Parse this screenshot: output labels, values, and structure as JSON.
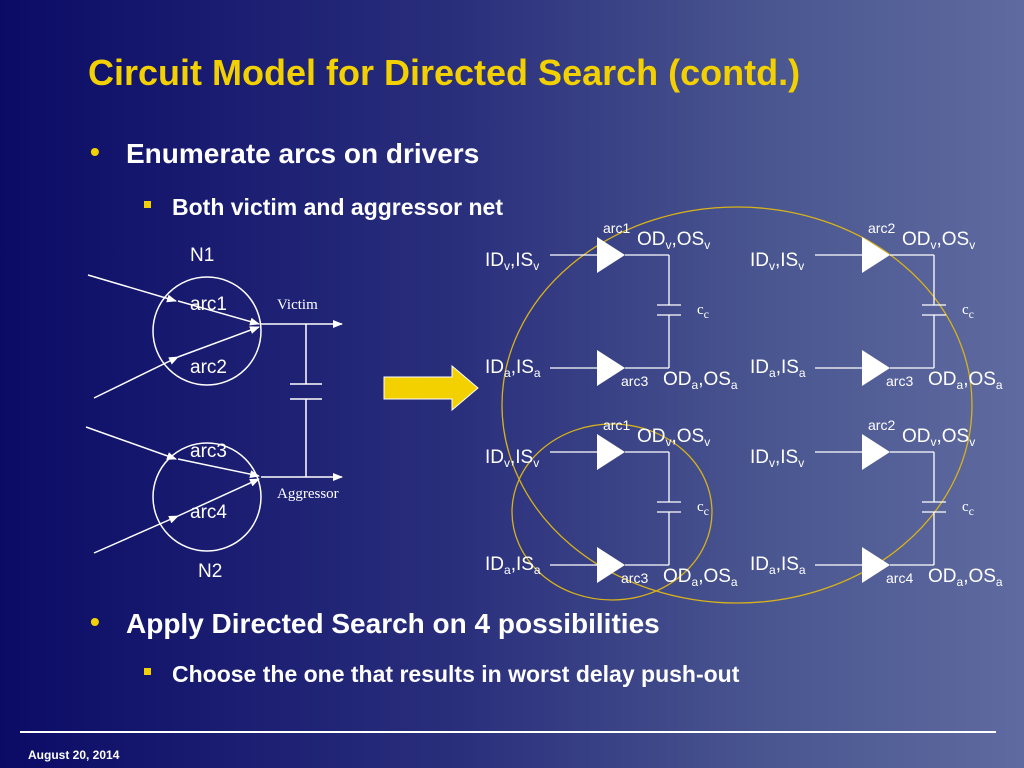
{
  "slide": {
    "title": "Circuit Model for Directed Search (contd.)",
    "bullets": [
      {
        "text": "Enumerate arcs on drivers",
        "sub": [
          "Both victim and aggressor net"
        ]
      },
      {
        "text": "Apply Directed Search on 4 possibilities",
        "sub": [
          "Choose the one that results in worst delay push-out"
        ]
      }
    ],
    "footer_date": "August 20, 2014"
  },
  "left_circuit": {
    "n1": "N1",
    "n2": "N2",
    "arcs": [
      "arc1",
      "arc2",
      "arc3",
      "arc4"
    ],
    "victim": "Victim",
    "aggressor": "Aggressor"
  },
  "arrow_color": "#f3d000",
  "right_diagram": {
    "cells": [
      {
        "top_arc": "arc1",
        "bottom_arc": "arc3"
      },
      {
        "top_arc": "arc2",
        "bottom_arc": "arc3"
      },
      {
        "top_arc": "arc1",
        "bottom_arc": "arc3"
      },
      {
        "top_arc": "arc2",
        "bottom_arc": "arc4"
      }
    ],
    "labels": {
      "od": "OD",
      "os": "OS",
      "id": "ID",
      "is": "IS",
      "v": "v",
      "a": "a",
      "c": "c",
      "comma": ","
    }
  }
}
